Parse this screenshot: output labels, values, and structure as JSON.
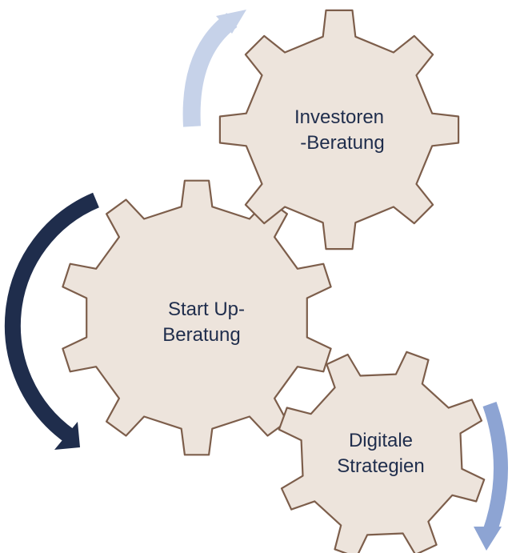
{
  "diagram": {
    "gears": [
      {
        "id": "startup",
        "lines": [
          "Start Up-",
          "Beratung"
        ]
      },
      {
        "id": "investoren",
        "lines": [
          "Investoren",
          "-Beratung"
        ]
      },
      {
        "id": "digital",
        "lines": [
          "Digitale",
          "Strategien"
        ]
      }
    ],
    "colors": {
      "gear_fill": "#ede4dc",
      "gear_stroke": "#7d5e4b",
      "text": "#1f2d4c",
      "arrow_dark": "#1f2d4c",
      "arrow_light": "#c6d2e9",
      "arrow_mid": "#8da4d3"
    }
  }
}
